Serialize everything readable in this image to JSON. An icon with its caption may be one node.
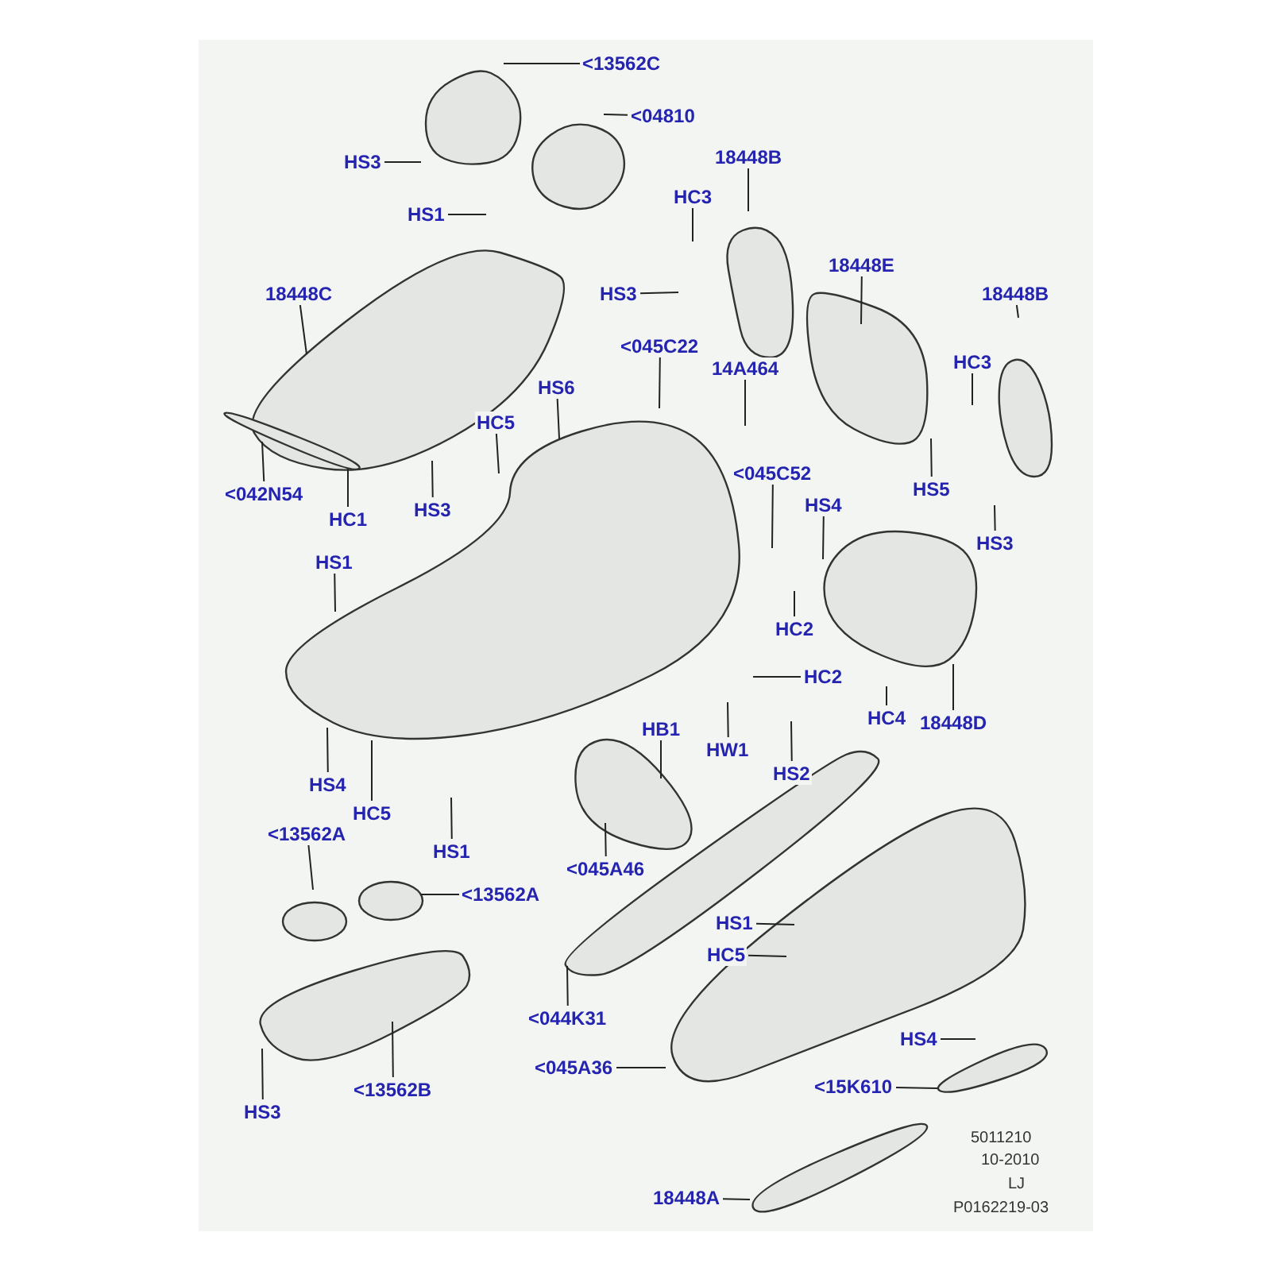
{
  "diagram": {
    "nodes": [
      {
        "text": [
          "<13562C"
        ]
      },
      {
        "text": [
          "<04810"
        ]
      },
      {
        "text": [
          "HS3"
        ]
      },
      {
        "text": [
          "HS1"
        ]
      },
      {
        "text": [
          "18448B"
        ]
      },
      {
        "text": [
          "HC3"
        ]
      },
      {
        "text": [
          "HS3"
        ]
      },
      {
        "text": [
          "18448E"
        ]
      },
      {
        "text": [
          "18448B"
        ]
      },
      {
        "text": [
          "HC3"
        ]
      },
      {
        "text": [
          "18448C"
        ]
      },
      {
        "text": [
          "<045C22"
        ]
      },
      {
        "text": [
          "HS6"
        ]
      },
      {
        "text": [
          "14A464"
        ]
      },
      {
        "text": [
          "HC5"
        ]
      },
      {
        "text": [
          "<045C52"
        ]
      },
      {
        "text": [
          "HS4"
        ]
      },
      {
        "text": [
          "HS5"
        ]
      },
      {
        "text": [
          "HS3"
        ]
      },
      {
        "text": [
          "<042N54"
        ]
      },
      {
        "text": [
          "HC1"
        ]
      },
      {
        "text": [
          "HS3"
        ]
      },
      {
        "text": [
          "HS1"
        ]
      },
      {
        "text": [
          "HC2"
        ]
      },
      {
        "text": [
          "HC2"
        ]
      },
      {
        "text": [
          "HC4"
        ]
      },
      {
        "text": [
          "18448D"
        ]
      },
      {
        "text": [
          "HW1"
        ]
      },
      {
        "text": [
          "HS2"
        ]
      },
      {
        "text": [
          "HB1"
        ]
      },
      {
        "text": [
          "HS4"
        ]
      },
      {
        "text": [
          "HC5"
        ]
      },
      {
        "text": [
          "HS1"
        ]
      },
      {
        "text": [
          "<045A46"
        ]
      },
      {
        "text": [
          "<13562A"
        ]
      },
      {
        "text": [
          "<13562A"
        ]
      },
      {
        "text": [
          "HS3"
        ]
      },
      {
        "text": [
          "<13562B"
        ]
      },
      {
        "text": [
          "<044K31"
        ]
      },
      {
        "text": [
          "<045A36"
        ]
      },
      {
        "text": [
          "HS1"
        ]
      },
      {
        "text": [
          "HC5"
        ]
      },
      {
        "text": [
          "HS4"
        ]
      },
      {
        "text": [
          "<15K610"
        ]
      },
      {
        "text": [
          "18448A"
        ]
      }
    ],
    "edges": [
      {
        "from": 0,
        "to": null,
        "arrow": "none"
      },
      {
        "from": 1,
        "to": null,
        "arrow": "none"
      },
      {
        "from": 2,
        "to": null,
        "arrow": "none"
      },
      {
        "from": 3,
        "to": null,
        "arrow": "none"
      },
      {
        "from": 4,
        "to": null,
        "arrow": "none"
      },
      {
        "from": 5,
        "to": null,
        "arrow": "none"
      },
      {
        "from": 6,
        "to": null,
        "arrow": "none"
      },
      {
        "from": 7,
        "to": null,
        "arrow": "none"
      },
      {
        "from": 8,
        "to": null,
        "arrow": "none"
      },
      {
        "from": 9,
        "to": null,
        "arrow": "none"
      },
      {
        "from": 10,
        "to": null,
        "arrow": "none"
      },
      {
        "from": 11,
        "to": null,
        "arrow": "none"
      },
      {
        "from": 12,
        "to": null,
        "arrow": "none"
      },
      {
        "from": 13,
        "to": null,
        "arrow": "none"
      },
      {
        "from": 14,
        "to": null,
        "arrow": "none"
      },
      {
        "from": 15,
        "to": null,
        "arrow": "none"
      },
      {
        "from": 16,
        "to": null,
        "arrow": "none"
      },
      {
        "from": 17,
        "to": null,
        "arrow": "none"
      },
      {
        "from": 18,
        "to": null,
        "arrow": "none"
      },
      {
        "from": 19,
        "to": null,
        "arrow": "none"
      },
      {
        "from": 20,
        "to": null,
        "arrow": "none"
      },
      {
        "from": 21,
        "to": null,
        "arrow": "none"
      },
      {
        "from": 22,
        "to": null,
        "arrow": "none"
      },
      {
        "from": 23,
        "to": null,
        "arrow": "none"
      },
      {
        "from": 24,
        "to": null,
        "arrow": "none"
      },
      {
        "from": 25,
        "to": null,
        "arrow": "none"
      },
      {
        "from": 26,
        "to": null,
        "arrow": "none"
      },
      {
        "from": 27,
        "to": null,
        "arrow": "none"
      },
      {
        "from": 28,
        "to": null,
        "arrow": "none"
      },
      {
        "from": 29,
        "to": null,
        "arrow": "none"
      },
      {
        "from": 30,
        "to": null,
        "arrow": "none"
      },
      {
        "from": 31,
        "to": null,
        "arrow": "none"
      },
      {
        "from": 32,
        "to": null,
        "arrow": "none"
      },
      {
        "from": 33,
        "to": null,
        "arrow": "none"
      },
      {
        "from": 34,
        "to": null,
        "arrow": "none"
      },
      {
        "from": 35,
        "to": null,
        "arrow": "none"
      },
      {
        "from": 36,
        "to": null,
        "arrow": "none"
      },
      {
        "from": 37,
        "to": null,
        "arrow": "none"
      },
      {
        "from": 38,
        "to": null,
        "arrow": "none"
      },
      {
        "from": 39,
        "to": null,
        "arrow": "none"
      },
      {
        "from": 40,
        "to": null,
        "arrow": "none"
      },
      {
        "from": 41,
        "to": null,
        "arrow": "none"
      },
      {
        "from": 42,
        "to": null,
        "arrow": "none"
      },
      {
        "from": 43,
        "to": null,
        "arrow": "none"
      },
      {
        "from": 44,
        "to": null,
        "arrow": "none"
      }
    ],
    "labels": [
      "5011210",
      "10-2010",
      "LJ",
      "P0162219-03"
    ]
  }
}
